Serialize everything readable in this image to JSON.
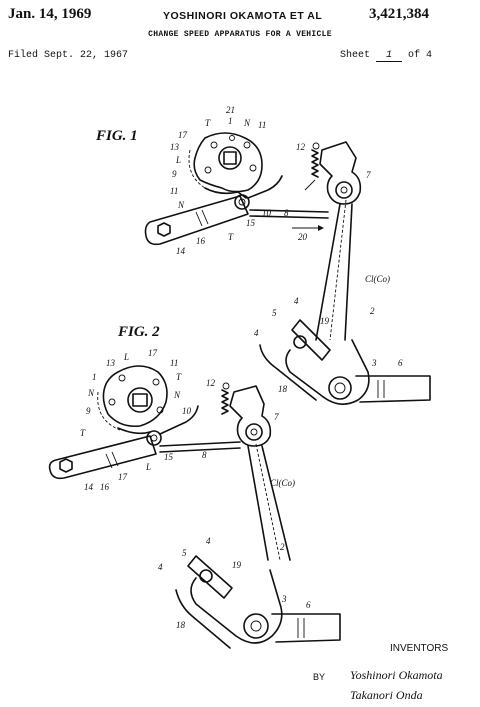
{
  "header": {
    "date": "Jan. 14, 1969",
    "inventors": "YOSHINORI OKAMOTA ET AL",
    "patent_number": "3,421,384",
    "title": "CHANGE SPEED APPARATUS FOR A VEHICLE",
    "filed": "Filed Sept. 22, 1967",
    "sheet_prefix": "Sheet",
    "sheet_number": "1",
    "sheet_suffix": "of 4"
  },
  "figures": {
    "fig1": {
      "label": "FIG. 1",
      "parts": [
        "21",
        "T",
        "1",
        "N",
        "11",
        "17",
        "13",
        "L",
        "9",
        "12",
        "7",
        "11",
        "N",
        "10",
        "8",
        "15",
        "T",
        "20",
        "16",
        "14",
        "Cl(Co)",
        "2",
        "5",
        "4",
        "19",
        "4",
        "3",
        "6",
        "18"
      ]
    },
    "fig2": {
      "label": "FIG. 2",
      "parts": [
        "13",
        "L",
        "17",
        "11",
        "1",
        "T",
        "N",
        "N",
        "9",
        "10",
        "T",
        "12",
        "7",
        "8",
        "15",
        "L",
        "17",
        "16",
        "14",
        "Cl(Co)",
        "2",
        "4",
        "5",
        "19",
        "4",
        "3",
        "6",
        "18"
      ]
    }
  },
  "footer": {
    "inventor_label": "INVENTORS",
    "by_label": "BY",
    "signature_1": "Yoshinori Okamota",
    "signature_2": "Takanori Onda"
  }
}
